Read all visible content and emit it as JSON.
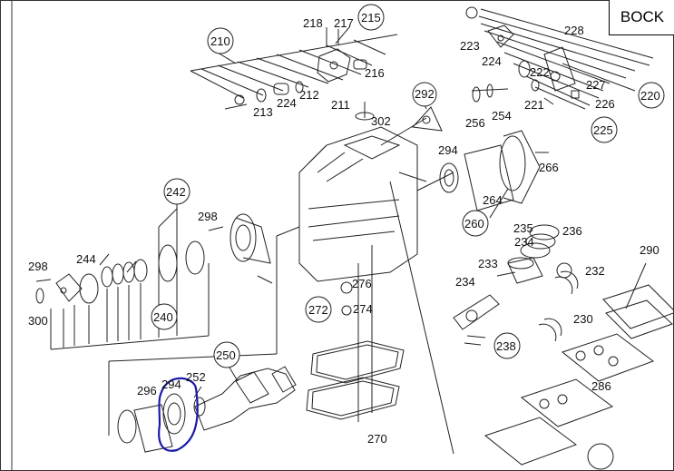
{
  "brand": "BOCK",
  "labels": {
    "l210": "210",
    "l218": "218",
    "l217": "217",
    "l215": "215",
    "l216": "216",
    "l212": "212",
    "l224a": "224",
    "l213": "213",
    "l211": "211",
    "l302": "302",
    "l292": "292",
    "l223": "223",
    "l224b": "224",
    "l228": "228",
    "l222": "222",
    "l227": "227",
    "l226": "226",
    "l220": "220",
    "l225": "225",
    "l256": "256",
    "l254": "254",
    "l221": "221",
    "l294a": "294",
    "l266": "266",
    "l264": "264",
    "l260": "260",
    "l235": "235",
    "l236": "236",
    "l234a": "234",
    "l233": "233",
    "l234b": "234",
    "l232": "232",
    "l290": "290",
    "l230": "230",
    "l238": "238",
    "l286": "286",
    "l242": "242",
    "l298a": "298",
    "l298b": "298",
    "l244": "244",
    "l300": "300",
    "l240": "240",
    "l276": "276",
    "l272": "272",
    "l274": "274",
    "l250": "250",
    "l252": "252",
    "l296": "296",
    "l294b": "294",
    "l270": "270"
  },
  "colors": {
    "line": "#222222",
    "annotation": "#1a1aa8"
  }
}
